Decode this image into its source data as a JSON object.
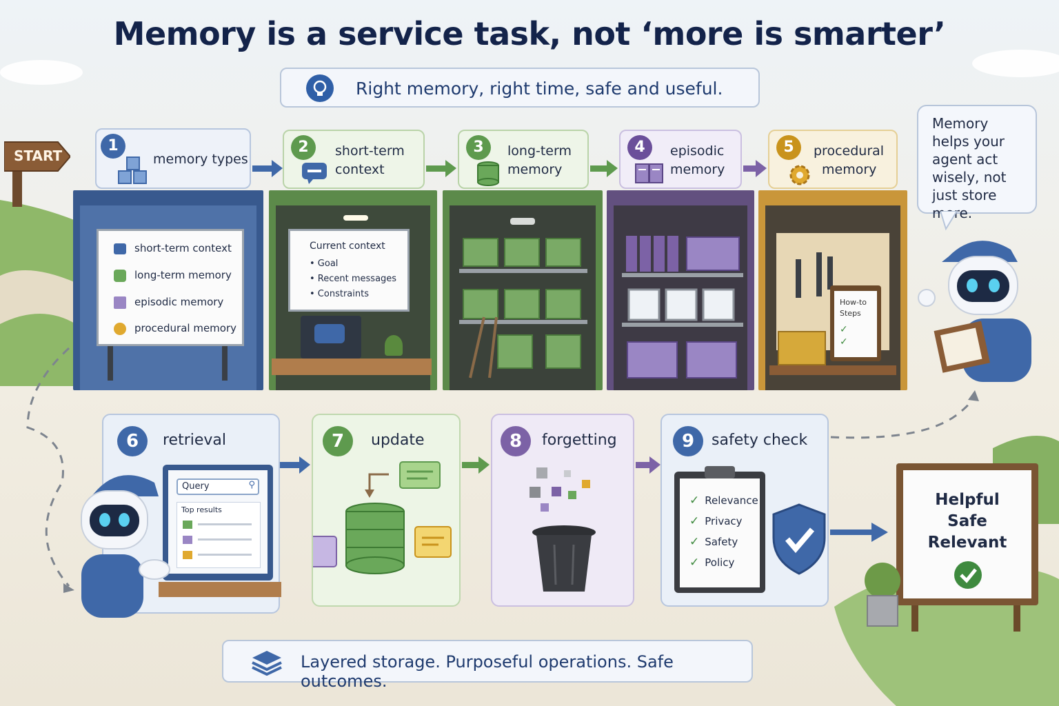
{
  "title": "Memory is a service task, not ‘more is smarter’",
  "subtitle": "Right memory, right time, safe and useful.",
  "footer": "Layered storage. Purposeful operations. Safe outcomes.",
  "start_sign": "START",
  "bubble": "Memory helps your agent act wisely, not just store more.",
  "final_sign": {
    "line1": "Helpful",
    "line2": "Safe",
    "line3": "Relevant"
  },
  "colors": {
    "blue": "#3f68a8",
    "green": "#5e9a4e",
    "purple": "#7c62a6",
    "gold": "#d2a02a",
    "navy": "#13234a"
  },
  "stages": [
    {
      "num": "1",
      "line1": "memory types",
      "line2": "",
      "icon": "cubes-icon"
    },
    {
      "num": "2",
      "line1": "short-term",
      "line2": "context",
      "icon": "chat-icon"
    },
    {
      "num": "3",
      "line1": "long-term",
      "line2": "memory",
      "icon": "database-icon"
    },
    {
      "num": "4",
      "line1": "episodic",
      "line2": "memory",
      "icon": "book-icon"
    },
    {
      "num": "5",
      "line1": "procedural",
      "line2": "memory",
      "icon": "gear-icon"
    }
  ],
  "types_board": [
    "short-term context",
    "long-term memory",
    "episodic memory",
    "procedural memory"
  ],
  "context_board": {
    "heading": "Current context",
    "items": [
      "• Goal",
      "• Recent messages",
      "• Constraints"
    ]
  },
  "howto": {
    "line1": "How-to",
    "line2": "Steps"
  },
  "operations": [
    {
      "num": "6",
      "label": "retrieval"
    },
    {
      "num": "7",
      "label": "update"
    },
    {
      "num": "8",
      "label": "forgetting"
    },
    {
      "num": "9",
      "label": "safety check"
    }
  ],
  "retrieval_screen": {
    "query": "Query",
    "results": "Top results"
  },
  "safety_items": [
    "Relevance",
    "Privacy",
    "Safety",
    "Policy"
  ]
}
